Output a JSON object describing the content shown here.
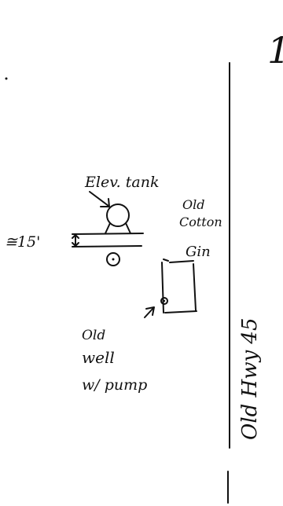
{
  "sketch": {
    "page_number": "1",
    "labels": {
      "elevated_tank": "Elev. tank",
      "cotton_gin_line1": "Old",
      "cotton_gin_line2": "Cotton",
      "cotton_gin_line3": "Gin",
      "height_estimate": "≅15'",
      "well_line1": "Old",
      "well_line2": "well",
      "well_line3": "w/ pump",
      "highway": "Old Hwy 45"
    }
  }
}
